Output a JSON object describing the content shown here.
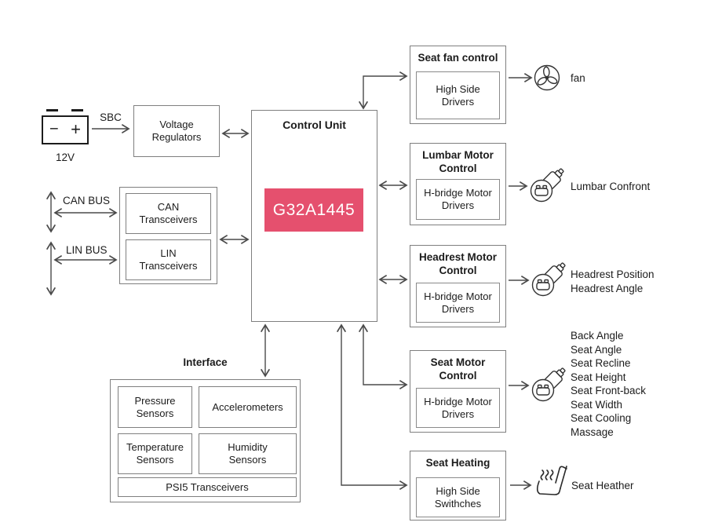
{
  "colors": {
    "accent_pink": "#E5506E",
    "box_border": "#7f7f7f",
    "wire": "#4a4a4a",
    "text": "#1c1c1c"
  },
  "power": {
    "sbc_label": "SBC",
    "battery_voltage": "12V",
    "minus_sign": "−",
    "plus_sign": "+",
    "regulators_label": "Voltage\nRegulators"
  },
  "control_unit": {
    "title": "Control Unit",
    "chip": "G32A1445"
  },
  "bus": {
    "can_bus_label": "CAN BUS",
    "lin_bus_label": "LIN BUS",
    "can_transceivers": "CAN\nTransceivers",
    "lin_transceivers": "LIN\nTransceivers"
  },
  "interface": {
    "title": "Interface",
    "pressure_sensors": "Pressure\nSensors",
    "accelerometers": "Accelerometers",
    "temperature_sensors": "Temperature\nSensors",
    "humidity_sensors": "Humidity\nSensors",
    "psi5_transceivers": "PSI5 Transceivers"
  },
  "right_blocks": [
    {
      "title": "Seat fan control",
      "inner": "High Side\nDrivers",
      "icon": "fan-icon",
      "outputs": [
        "fan"
      ]
    },
    {
      "title": "Lumbar Motor\nControl",
      "inner": "H-bridge Motor\nDrivers",
      "icon": "motor-icon",
      "outputs": [
        "Lumbar Confront"
      ]
    },
    {
      "title": "Headrest Motor\nControl",
      "inner": "H-bridge Motor\nDrivers",
      "icon": "motor-icon",
      "outputs": [
        "Headrest Position",
        "Headrest Angle"
      ]
    },
    {
      "title": "Seat Motor\nControl",
      "inner": "H-bridge Motor\nDrivers",
      "icon": "motor-icon",
      "outputs": [
        "Back Angle",
        "Seat Angle",
        "Seat Recline",
        "Seat Height",
        "Seat Front-back",
        "Seat Width",
        "Seat Cooling",
        "Massage"
      ]
    },
    {
      "title": "Seat Heating",
      "inner": "High Side\nSwithches",
      "icon": "seat-heater-icon",
      "outputs": [
        "Seat Heather"
      ]
    }
  ]
}
